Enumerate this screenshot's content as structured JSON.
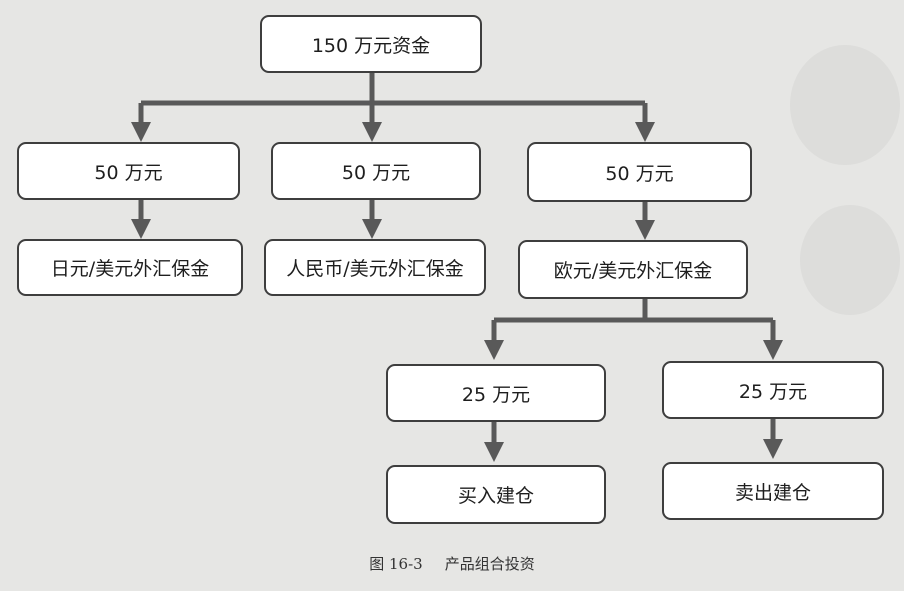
{
  "figure": {
    "nodes": {
      "root": "150 万元资金",
      "branch_left": "50 万元",
      "branch_mid": "50 万元",
      "branch_right": "50 万元",
      "margin_jpy": "日元/美元外汇保金",
      "margin_cny": "人民币/美元外汇保金",
      "margin_eur": "欧元/美元外汇保金",
      "split_buy": "25 万元",
      "split_sell": "25 万元",
      "buy_open": "买入建仓",
      "sell_open": "卖出建仓"
    },
    "caption_number": "图 16-3",
    "caption_title": "产品组合投资"
  },
  "colors": {
    "connector": "#595959",
    "box_border": "#3e3e3e",
    "box_fill": "#ffffff",
    "background": "#e6e6e4"
  }
}
